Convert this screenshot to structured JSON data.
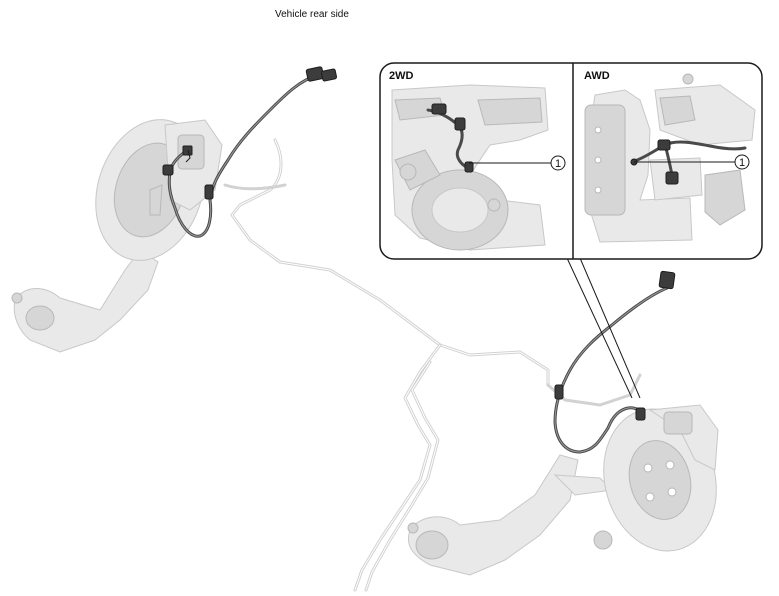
{
  "caption": "Vehicle rear side",
  "detail_panels": [
    {
      "label": "2WD",
      "callout": "1"
    },
    {
      "label": "AWD",
      "callout": "1"
    }
  ],
  "colors": {
    "harness": "#4a4a4a",
    "ghost_parts": "#e9e9e9",
    "outline": "#1a1a1a"
  }
}
